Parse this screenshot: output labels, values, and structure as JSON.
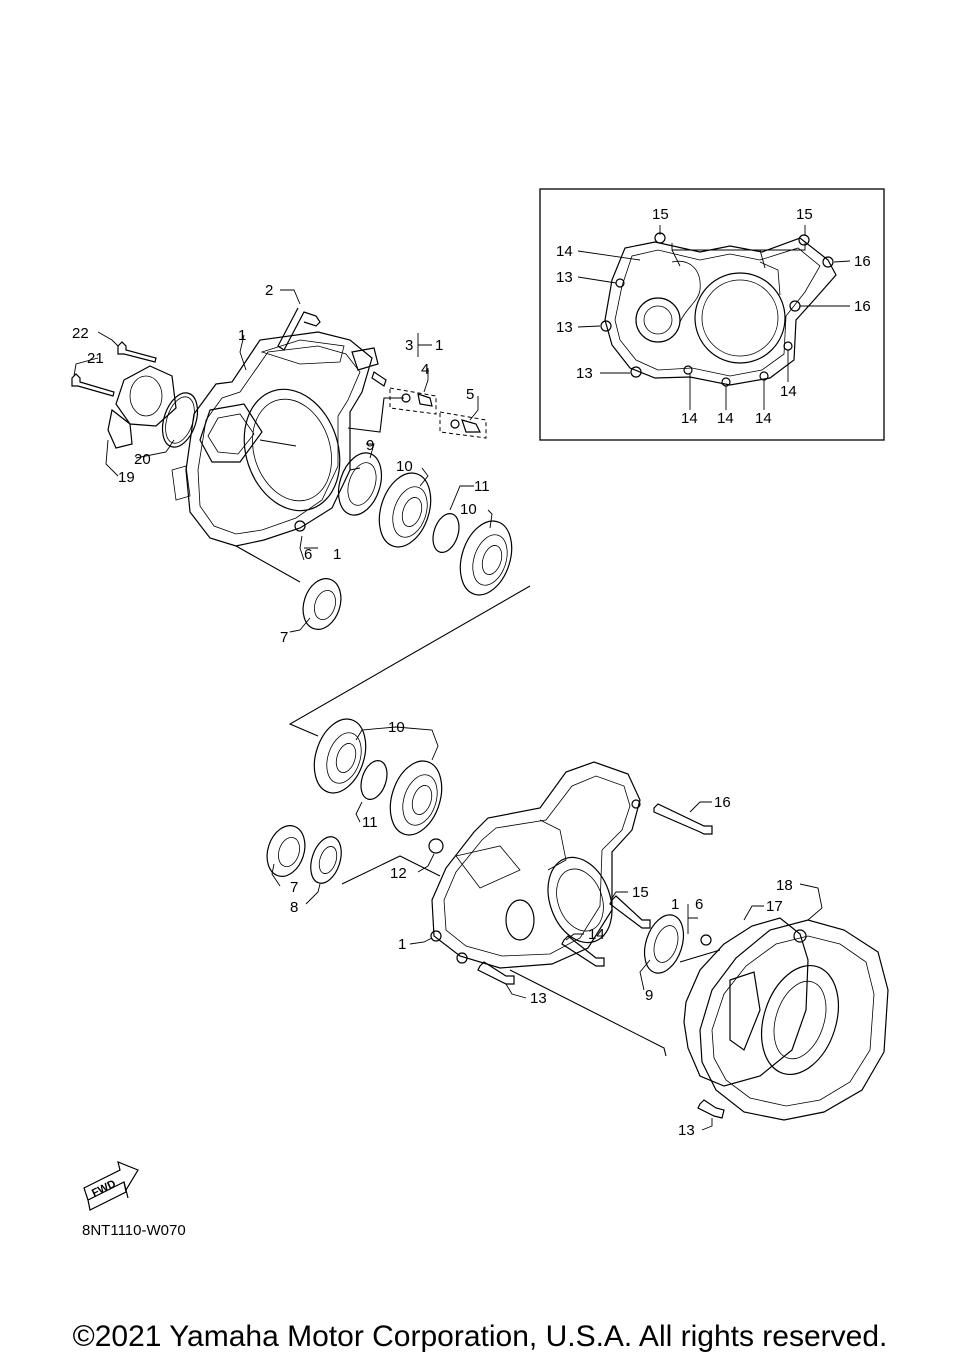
{
  "diagram_code": "8NT1110-W070",
  "copyright": "©2021 Yamaha Motor Corporation, U.S.A. All rights reserved.",
  "fwd_label": "FWD",
  "inset_callouts": [
    "15",
    "15",
    "14",
    "16",
    "13",
    "16",
    "13",
    "13",
    "14",
    "14",
    "14",
    "14"
  ],
  "upper_callouts": [
    "2",
    "1",
    "22",
    "3",
    "1",
    "21",
    "4",
    "5",
    "9",
    "20",
    "10",
    "11",
    "19",
    "10",
    "6",
    "1",
    "7"
  ],
  "lower_callouts": [
    "10",
    "16",
    "11",
    "7",
    "12",
    "8",
    "18",
    "15",
    "1",
    "6",
    "17",
    "14",
    "1",
    "9",
    "13",
    "13"
  ]
}
